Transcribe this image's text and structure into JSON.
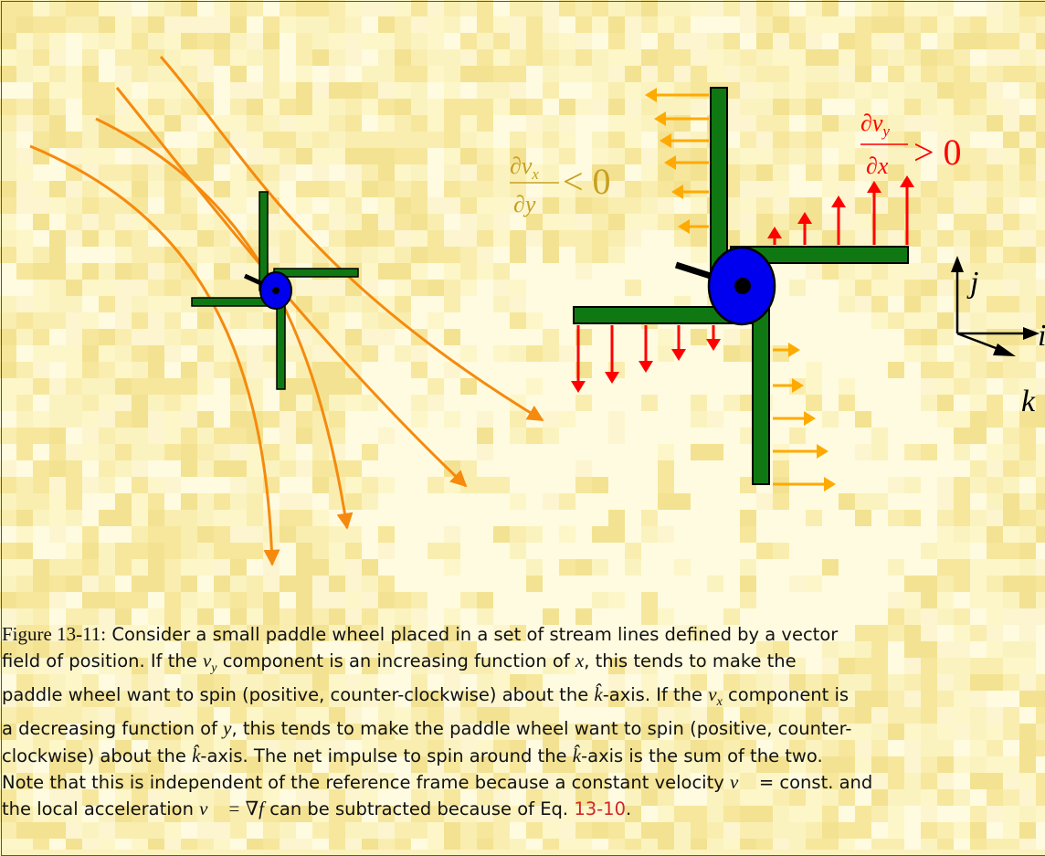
{
  "colors": {
    "stream_line": "#f58a0e",
    "paddle": "#107812",
    "hub": "#0000ee",
    "increasing_vy_arrows": "#ff0000",
    "decreasing_vx_arrows": "#ffaa00",
    "label_dvx": "#c8a020",
    "label_dvy": "#ff0000",
    "background": "#fbf3bf"
  },
  "diagram": {
    "label_dvx": {
      "numerator": "∂v",
      "num_sub": "x",
      "denominator": "∂y",
      "relation": "< 0"
    },
    "label_dvy": {
      "numerator": "∂v",
      "num_sub": "y",
      "denominator": "∂x",
      "relation": "> 0"
    },
    "axes": {
      "j": "j",
      "i": "i",
      "k": "k"
    }
  },
  "caption": {
    "figure_label": "Figure 13-11:",
    "lines": [
      "Consider a small paddle wheel placed in a set of stream lines defined by a vector",
      "field of position.  If the",
      "component is an increasing function of",
      ", this tends to make the",
      "paddle wheel want to spin (positive, counter-clockwise) about the",
      "-axis. If the",
      "component is",
      "a decreasing function of",
      ", this tends to make the paddle wheel want to spin (positive, counter-",
      "clockwise) about the",
      "-axis.  The net impulse to spin around the",
      "-axis is the sum of the two.",
      "Note that this is independent of the reference frame because a constant velocity",
      "= const. and",
      "the local acceleration",
      "can be subtracted because of Eq.",
      "."
    ],
    "math": {
      "vy": "v",
      "vy_sub": "y",
      "x": "x",
      "khat": "k̂",
      "vx": "v",
      "vx_sub": "x",
      "y": "y",
      "vvec": "v⃗",
      "accel": "v⃗ = ∇f"
    },
    "equation_ref": "13-10"
  }
}
